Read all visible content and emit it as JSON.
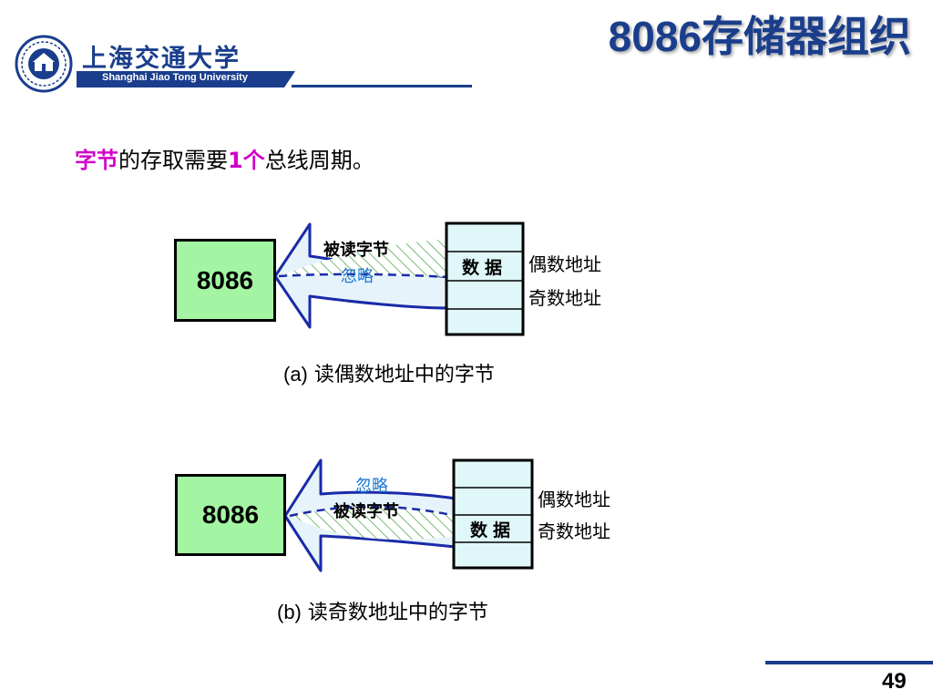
{
  "header": {
    "title": "8086存储器组织",
    "logo": {
      "name_cn": "上海交通大学",
      "name_en": "Shanghai Jiao Tong University"
    },
    "colors": {
      "brand": "#1a3e8c",
      "accent_band": "#1a3e8c"
    }
  },
  "subtitle": {
    "part1": "字节",
    "part2": "的存取需要",
    "part3": "1个",
    "part4": "总线周期。",
    "highlight_color": "#d000c8"
  },
  "diagram_a": {
    "cpu_label": "8086",
    "memory_cells": [
      "",
      "数据",
      "",
      ""
    ],
    "address_labels": [
      "偶数地址",
      "奇数地址"
    ],
    "arrow_read_label": "被读字节",
    "arrow_ignore_label": "忽略",
    "caption_tag": "(a)",
    "caption_text": "读偶数地址中的字节"
  },
  "diagram_b": {
    "cpu_label": "8086",
    "memory_cells": [
      "",
      "",
      "数据",
      ""
    ],
    "address_labels": [
      "偶数地址",
      "奇数地址"
    ],
    "arrow_read_label": "被读字节",
    "arrow_ignore_label": "忽略",
    "caption_tag": "(b)",
    "caption_text": "读奇数地址中的字节"
  },
  "footer": {
    "page_number": "49"
  },
  "colors": {
    "cpu_fill": "#a3f5a3",
    "memory_fill": "#dff7f8",
    "arrow_fill": "#e6f3fa",
    "arrow_stroke": "#1a2aa8",
    "ignore_text": "#1976d2",
    "hatch": "#3ca03c"
  }
}
